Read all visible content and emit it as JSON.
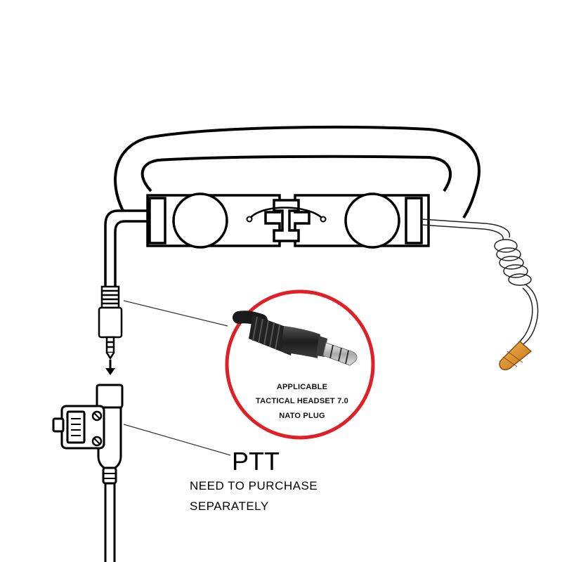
{
  "callout": {
    "line1": "APPLICABLE",
    "line2": "TACTICAL HEADSET 7.0",
    "line3": "NATO PLUG",
    "ring_color": "#e01f26"
  },
  "ptt": {
    "label": "PTT",
    "note_line1": "NEED TO PURCHASE",
    "note_line2": "SEPARATELY"
  },
  "colors": {
    "stroke": "#000000",
    "plug_body": "#2a2a2a",
    "plug_tip": "#c9c9c9",
    "eartip": "#d98a2b"
  }
}
